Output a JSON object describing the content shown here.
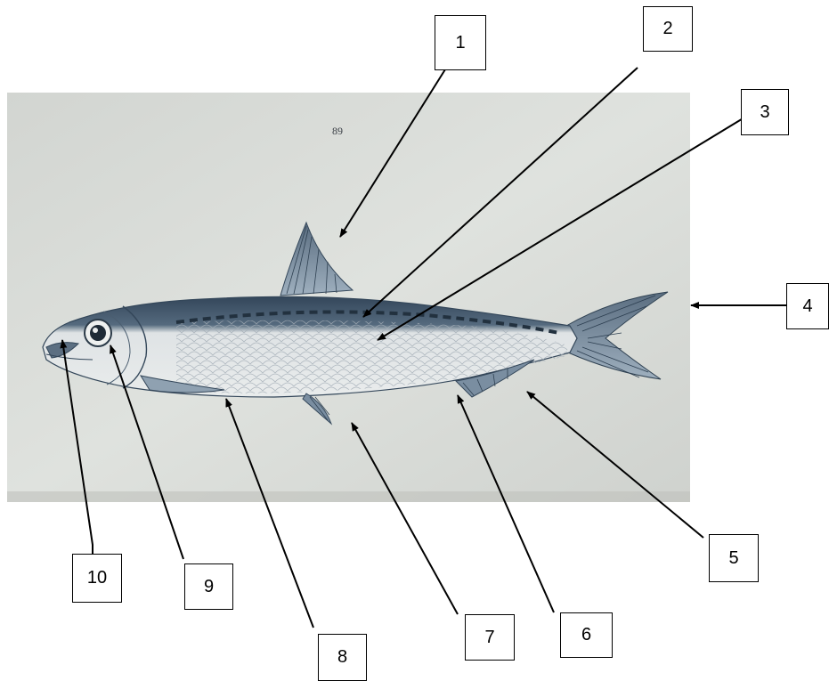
{
  "page_number": "89",
  "labels": [
    {
      "id": "1",
      "text": "1"
    },
    {
      "id": "2",
      "text": "2"
    },
    {
      "id": "3",
      "text": "3"
    },
    {
      "id": "4",
      "text": "4"
    },
    {
      "id": "5",
      "text": "5"
    },
    {
      "id": "6",
      "text": "6"
    },
    {
      "id": "7",
      "text": "7"
    },
    {
      "id": "8",
      "text": "8"
    },
    {
      "id": "9",
      "text": "9"
    },
    {
      "id": "10",
      "text": "10"
    }
  ],
  "colors": {
    "paper": "#d9dcd8",
    "fish_back": "#3b4c5e",
    "fish_belly": "#e6e9ea",
    "scale_line": "#9aa4ad",
    "ink": "#000000"
  }
}
